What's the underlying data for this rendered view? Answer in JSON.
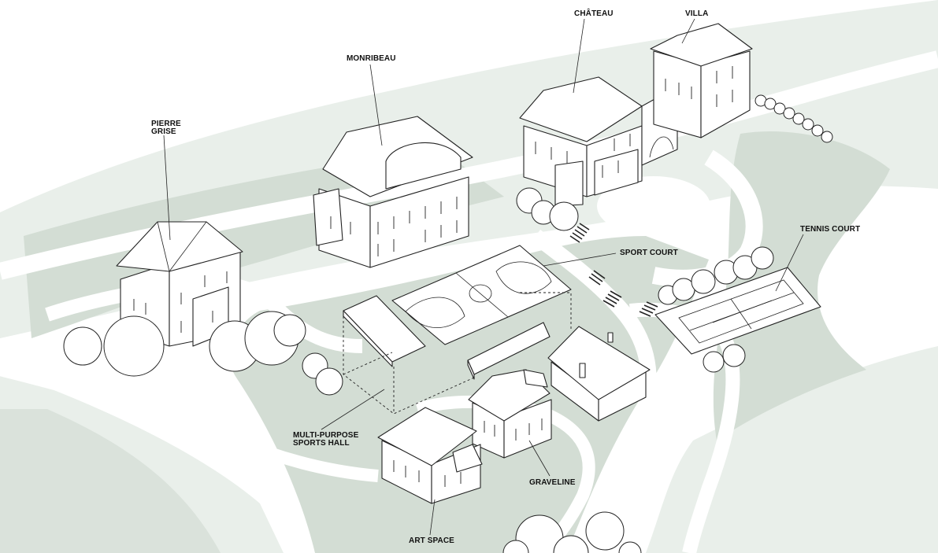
{
  "map": {
    "colors": {
      "background": "#ffffff",
      "lawn_light": "#e9efea",
      "lawn_mid": "#d3ddd4",
      "road": "#ffffff",
      "ink": "#222222"
    },
    "labels": {
      "chateau": "CHÂTEAU",
      "villa": "VILLA",
      "monribeau": "MONRIBEAU",
      "pierre_grise_line1": "PIERRE",
      "pierre_grise_line2": "GRISE",
      "sport_court": "SPORT COURT",
      "tennis_court": "TENNIS COURT",
      "sports_hall_line1": "MULTI-PURPOSE",
      "sports_hall_line2": "SPORTS HALL",
      "graveline": "GRAVELINE",
      "art_space": "ART SPACE"
    }
  }
}
